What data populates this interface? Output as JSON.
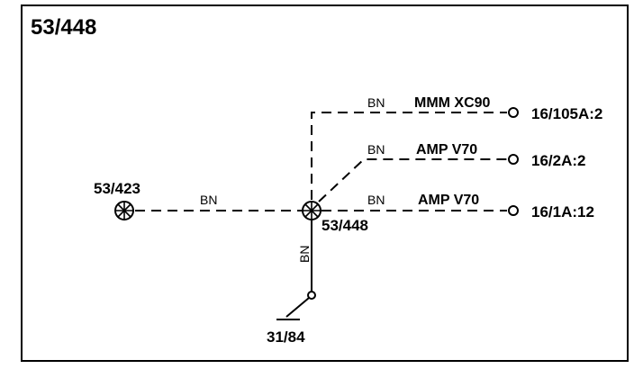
{
  "title": "53/448",
  "splices": {
    "left": "53/423",
    "center": "53/448"
  },
  "ground": "31/84",
  "wire_color_labels": {
    "vertical": "BN",
    "left_segment": "BN",
    "branch_top": "BN",
    "branch_middle": "BN",
    "branch_bottom": "BN"
  },
  "branches": [
    {
      "variant": "MMM XC90",
      "connector": "16/105A:2"
    },
    {
      "variant": "AMP V70",
      "connector": "16/2A:2"
    },
    {
      "variant": "AMP V70",
      "connector": "16/1A:12"
    }
  ]
}
